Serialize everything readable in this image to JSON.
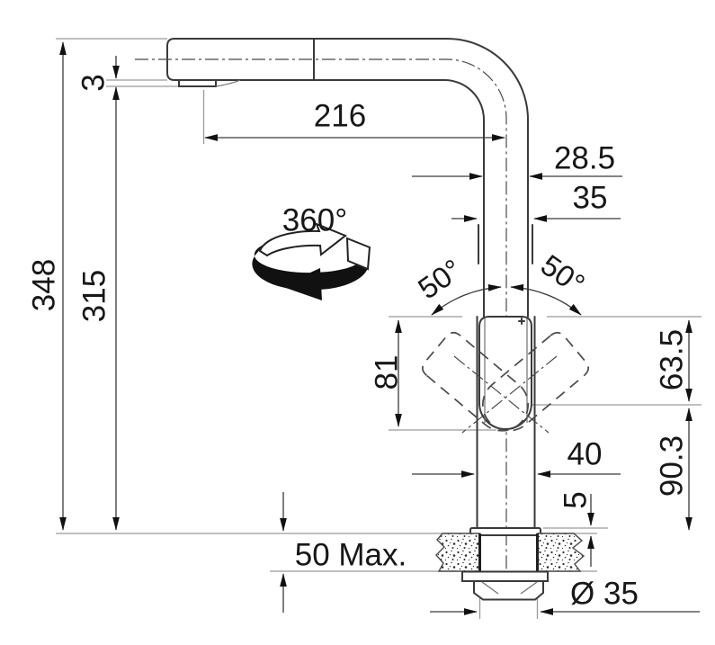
{
  "drawing": {
    "type": "faucet-installation-dimension-drawing",
    "unit_style": "millimeters",
    "line_color": "#3a3a3a",
    "background": "#ffffff"
  },
  "labels": {
    "total_height": "348",
    "outlet_height": "315",
    "outlet_drop": "3",
    "spout_reach": "216",
    "pipe_width": "28.5",
    "body_width": "35",
    "swivel": "360°",
    "handle_angle_left": "50°",
    "handle_angle_right": "50°",
    "handle_length": "81",
    "handle_clearance": "63.5",
    "base_width": "40",
    "body_height": "90.3",
    "base_plate": "5",
    "counter_max": "50 Max.",
    "hole_diameter": "Ø 35"
  }
}
